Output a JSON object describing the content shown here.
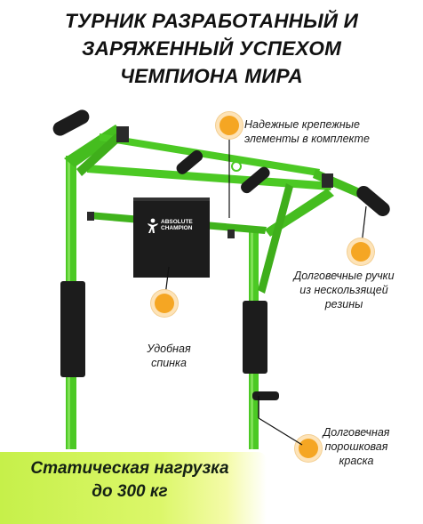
{
  "title": {
    "line1": "ТУРНИК РАЗРАБОТАННЫЙ И",
    "line2": "ЗАРЯЖЕННЫЙ УСПЕХОМ",
    "line3": "ЧЕМПИОНА МИРА"
  },
  "callouts": {
    "mounts": {
      "line1": "Надежные крепежные",
      "line2": "элементы в комплекте"
    },
    "grips": {
      "line1": "Долговечные ручки",
      "line2": "из нескользящей",
      "line3": "резины"
    },
    "backrest": {
      "line1": "Удобная",
      "line2": "спинка"
    },
    "paint": {
      "line1": "Долговечная",
      "line2": "порошковая",
      "line3": "краска"
    }
  },
  "backpad_logo": {
    "line1": "ABSOLUTE",
    "line2": "CHAMPION"
  },
  "banner": {
    "line1": "Статическая нагрузка",
    "line2": "до 300 кг"
  },
  "colors": {
    "frame_green": "#4cc924",
    "pad_black": "#1c1c1c",
    "accent_orange": "#f5a623",
    "banner_lime": "#c6f04a"
  }
}
